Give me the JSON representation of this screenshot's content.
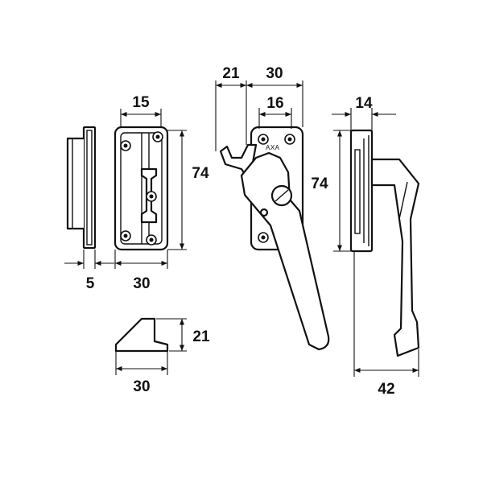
{
  "brand_mark": "AXA",
  "dimensions": {
    "strike_plate_depth": "5",
    "strike_plate_width": "30",
    "keep_width": "15",
    "handle_left_offset": "21",
    "handle_plate_width": "30",
    "handle_screw_spacing": "16",
    "handle_plate_height": "74",
    "side_view_height": "74",
    "side_view_width": "14",
    "side_view_depth": "42",
    "wedge_height": "21",
    "wedge_width": "30"
  }
}
